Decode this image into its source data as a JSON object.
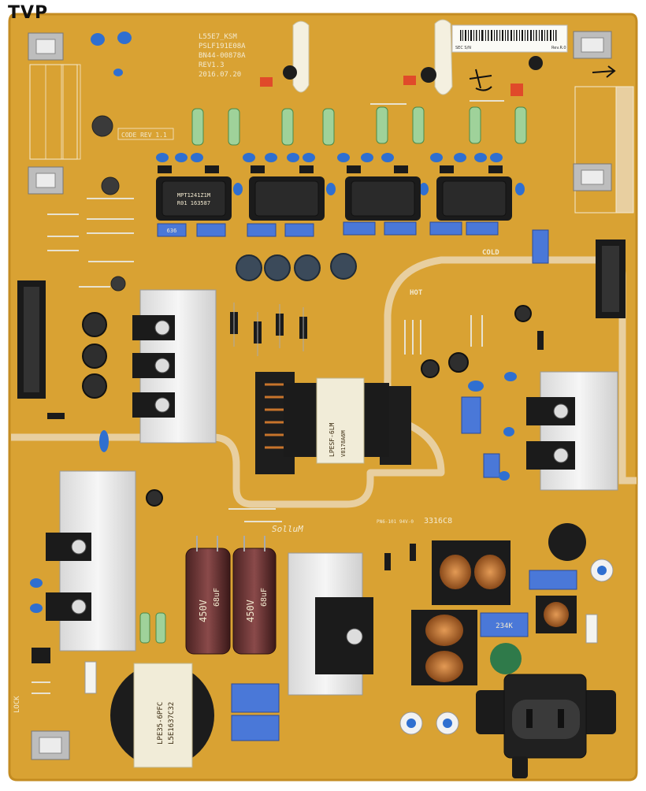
{
  "watermark": "TVP",
  "board": {
    "model_lines": [
      "L55E7_KSM",
      "PSLF191E08A",
      "BN44-00878A",
      "REV1.3",
      "2016.07.20"
    ],
    "code_rev": "CODE REV 1.1",
    "zone_cold": "COLD",
    "zone_hot": "HOT",
    "maker": "SolluM",
    "side_label": "LOCK",
    "date_code": "3316C8",
    "pcb_rating": "PN6-101 94V-0",
    "sticker_title": "SEC S/N",
    "sticker_rev": "Rev.R.0",
    "main_transformer": [
      "LPESF-6LM",
      "V8178A6M"
    ],
    "pfc_inductor": [
      "LPE35-6PFC",
      "L5E1637C32"
    ],
    "bulk_cap_rating": [
      "450V",
      "68uF"
    ],
    "film_cap_label": "636",
    "filter_cap_label": "234K",
    "coil_lines": [
      "MPT1241Z1M",
      "R01 163587"
    ]
  },
  "colors": {
    "pcb": "#d9a233",
    "pcb_edge": "#c48c22",
    "silkscreen": "#f3ead0",
    "heatsink": "#e9e9e9",
    "ceramic_cap": "#2f6fd0",
    "film_cap": "#4a78d8",
    "resistor": "#9fd29a",
    "coil": "#c7742b",
    "ic_black": "#1b1b1b"
  },
  "icons": [
    "screw-icon",
    "mounting-lug-icon",
    "ac-inlet-icon"
  ]
}
